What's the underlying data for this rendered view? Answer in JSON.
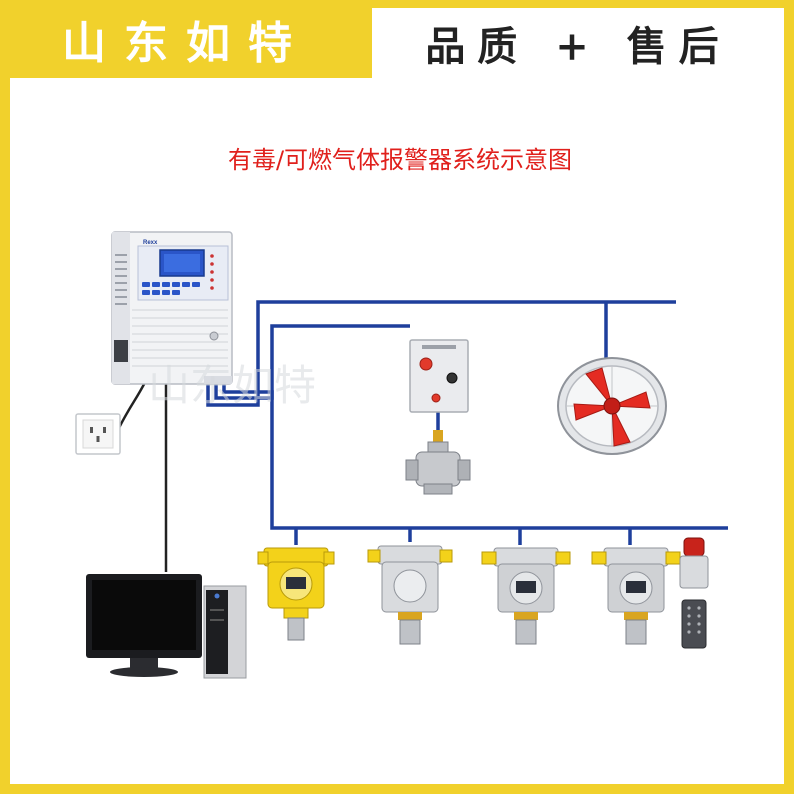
{
  "header": {
    "brand": "山东如特",
    "slogan": "品质 + 售后"
  },
  "title": "有毒/可燃气体报警器系统示意图",
  "controller": {
    "brand_label": "Rexx"
  },
  "watermark": "山东如特",
  "colors": {
    "frame": "#f1d12c",
    "wire": "#1e3f9c",
    "title": "#e0201c",
    "screen": "#2a55c8",
    "detector_yellow": "#f3d21a",
    "fan_red": "#e42b22"
  },
  "icons": [
    "alarm-controller-icon",
    "power-socket-icon",
    "computer-icon",
    "valve-control-box-icon",
    "solenoid-valve-icon",
    "exhaust-fan-icon",
    "gas-detector-icon",
    "audible-visual-alarm-icon",
    "remote-control-icon"
  ]
}
